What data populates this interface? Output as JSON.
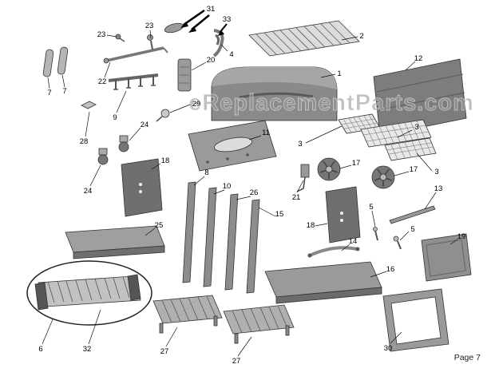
{
  "diagram": {
    "watermark": "eReplacementParts.com",
    "page_label": "Page 7",
    "callouts": {
      "c1": "1",
      "c2": "2",
      "c3a": "3",
      "c3b": "3",
      "c3c": "3",
      "c4": "4",
      "c5a": "5",
      "c5b": "5",
      "c6": "6",
      "c7a": "7",
      "c7b": "7",
      "c8": "8",
      "c9": "9",
      "c10": "10",
      "c11": "11",
      "c12": "12",
      "c13": "13",
      "c14": "14",
      "c15": "15",
      "c16": "16",
      "c17a": "17",
      "c17b": "17",
      "c18a": "18",
      "c18b": "18",
      "c19": "19",
      "c20": "20",
      "c21": "21",
      "c22": "22",
      "c23a": "23",
      "c23b": "23",
      "c24a": "24",
      "c24b": "24",
      "c25": "25",
      "c26": "26",
      "c27a": "27",
      "c27b": "27",
      "c28": "28",
      "c29": "29",
      "c30": "30",
      "c31": "31",
      "c32": "32",
      "c33": "33"
    }
  }
}
